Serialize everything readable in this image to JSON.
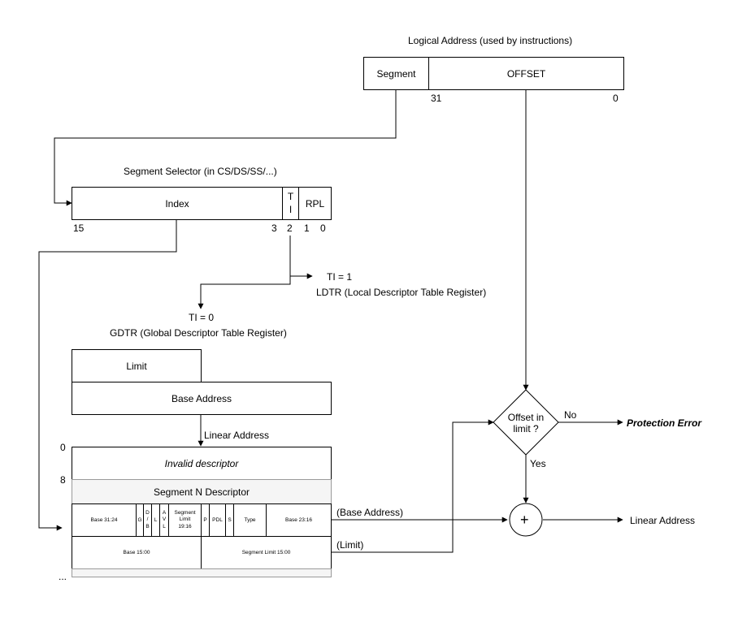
{
  "logical_address": {
    "title": "Logical Address (used by instructions)",
    "segment": "Segment",
    "offset": "OFFSET",
    "bit_high": "31",
    "bit_low": "0"
  },
  "segment_selector": {
    "title": "Segment Selector (in CS/DS/SS/...)",
    "index": "Index",
    "ti_1": "T",
    "ti_2": "I",
    "rpl": "RPL",
    "bits": [
      "15",
      "3",
      "2",
      "1",
      "0"
    ]
  },
  "ldtr": {
    "ti": "TI = 1",
    "label": "LDTR (Local Descriptor Table Register)"
  },
  "gdtr": {
    "ti": "TI = 0",
    "label": "GDTR (Global Descriptor Table Register)",
    "limit": "Limit",
    "base": "Base Address",
    "linear_address": "Linear Address"
  },
  "descriptor_table": {
    "offset_0": "0",
    "offset_8": "8",
    "invalid": "Invalid descriptor",
    "segment_n": "Segment N Descriptor",
    "fields_top": [
      "Base 31:24",
      "G",
      "D\n/\nB",
      "L",
      "A\nV\nL",
      "Segment\nLimit\n19:16",
      "P",
      "PDL",
      "S",
      "Type",
      "Base 23:16"
    ],
    "fields_bottom": [
      "Base 15:00",
      "Segment Limit 15:00"
    ],
    "ellipsis": "..."
  },
  "check": {
    "decision": "Offset in limit ?",
    "no": "No",
    "yes": "Yes",
    "error": "Protection Error",
    "base_label": "(Base Address)",
    "limit_label": "(Limit)",
    "plus": "+",
    "result": "Linear Address"
  }
}
